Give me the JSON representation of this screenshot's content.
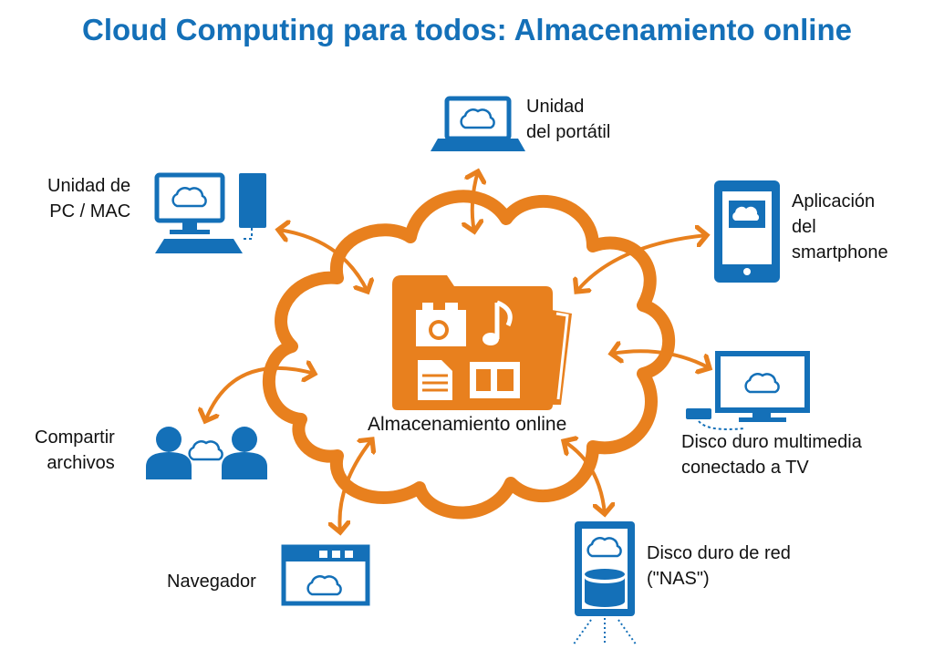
{
  "title": "Cloud Computing para todos: Almacenamiento online",
  "center_label": "Almacenamiento online",
  "nodes": {
    "laptop": "Unidad\ndel portátil",
    "pc": "Unidad de\nPC / MAC",
    "smartphone": "Aplicación\ndel\nsmartphone",
    "tv": "Disco duro multimedia\nconectado a TV",
    "share": "Compartir\narchivos",
    "browser": "Navegador",
    "nas": "Disco duro de red\n(\"NAS\")"
  },
  "colors": {
    "blue": "#1470b8",
    "orange": "#e8801e"
  }
}
